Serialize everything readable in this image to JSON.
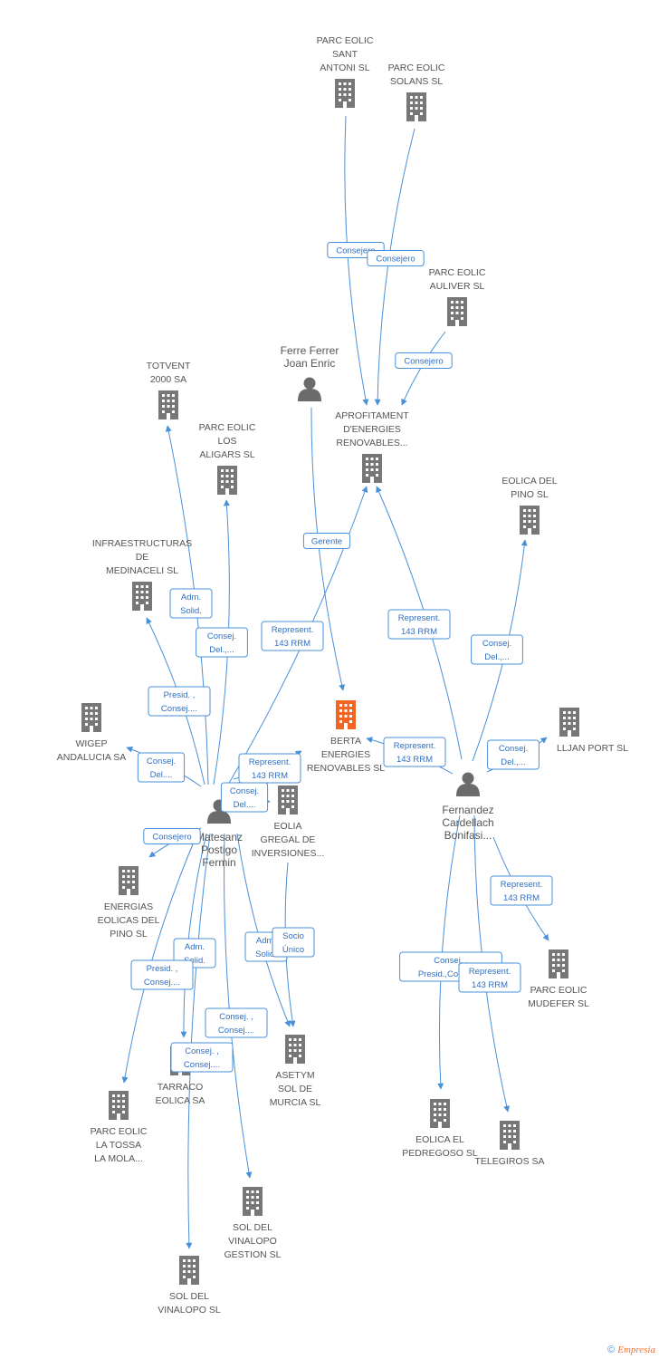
{
  "colors": {
    "edge": "#4a90d9",
    "label_border": "#4a90d9",
    "label_text": "#2f6fc4",
    "node_text": "#555555",
    "building": "#777777",
    "building_focus": "#f26522",
    "person": "#6b6b6b"
  },
  "nodes": [
    {
      "id": "sant_antoni",
      "type": "company",
      "lines": [
        "PARC EOLIC",
        "SANT",
        "ANTONI SL"
      ]
    },
    {
      "id": "solans",
      "type": "company",
      "lines": [
        "PARC EOLIC",
        "SOLANS SL"
      ]
    },
    {
      "id": "auliver",
      "type": "company",
      "lines": [
        "PARC EOLIC",
        "AULIVER SL"
      ]
    },
    {
      "id": "aprofitament",
      "type": "company",
      "lines": [
        "APROFITAMENT",
        "D'ENERGIES",
        "RENOVABLES..."
      ]
    },
    {
      "id": "ferre",
      "type": "person",
      "lines": [
        "Ferre Ferrer",
        "Joan Enric"
      ]
    },
    {
      "id": "totvent",
      "type": "company",
      "lines": [
        "TOTVENT",
        "2000 SA"
      ]
    },
    {
      "id": "aligars",
      "type": "company",
      "lines": [
        "PARC EOLIC",
        "LOS",
        "ALIGARS SL"
      ]
    },
    {
      "id": "infra",
      "type": "company",
      "lines": [
        "INFRAESTRUCTURAS",
        "DE",
        "MEDINACELI SL"
      ]
    },
    {
      "id": "pino",
      "type": "company",
      "lines": [
        "EOLICA DEL",
        "PINO SL"
      ]
    },
    {
      "id": "berta",
      "type": "focus",
      "lines": [
        "BERTA",
        "ENERGIES",
        "RENOVABLES SL"
      ]
    },
    {
      "id": "wigep",
      "type": "company",
      "lines": [
        "WIGEP",
        "ANDALUCIA SA"
      ]
    },
    {
      "id": "port",
      "type": "company",
      "lines": [
        "LLJAN PORT SL"
      ]
    },
    {
      "id": "mainperson",
      "type": "person",
      "lines": [
        "Matesanz",
        "Postigo",
        "Fermin"
      ]
    },
    {
      "id": "fernandez",
      "type": "person",
      "lines": [
        "Fernandez",
        "Cardellach",
        "Bonifasi..."
      ]
    },
    {
      "id": "eolia",
      "type": "company",
      "lines": [
        "EOLIA",
        "GREGAL DE",
        "INVERSIONES..."
      ]
    },
    {
      "id": "energias_pino",
      "type": "company",
      "lines": [
        "ENERGIAS",
        "EOLICAS DEL",
        "PINO SL"
      ]
    },
    {
      "id": "mudefer",
      "type": "company",
      "lines": [
        "PARC EOLIC",
        "MUDEFER  SL"
      ]
    },
    {
      "id": "asetym",
      "type": "company",
      "lines": [
        "ASETYM",
        "SOL DE",
        "MURCIA SL"
      ]
    },
    {
      "id": "tarraco",
      "type": "company",
      "lines": [
        "TARRACO",
        "EOLICA SA"
      ]
    },
    {
      "id": "tossa",
      "type": "company",
      "lines": [
        "PARC EOLIC",
        "LA TOSSA",
        "LA MOLA..."
      ]
    },
    {
      "id": "pedregoso",
      "type": "company",
      "lines": [
        "EOLICA EL",
        "PEDREGOSO SL"
      ]
    },
    {
      "id": "telegiros",
      "type": "company",
      "lines": [
        "TELEGIROS SA"
      ]
    },
    {
      "id": "vinalopo_gestion",
      "type": "company",
      "lines": [
        "SOL DEL",
        "VINALOPO",
        "GESTION SL"
      ]
    },
    {
      "id": "vinalopo",
      "type": "company",
      "lines": [
        "SOL DEL",
        "VINALOPO SL"
      ]
    }
  ],
  "edges": [
    {
      "from": "sant_antoni",
      "to": "aprofitament",
      "label": [
        "Consejero"
      ]
    },
    {
      "from": "solans",
      "to": "aprofitament",
      "label": [
        "Consejero"
      ]
    },
    {
      "from": "auliver",
      "to": "aprofitament",
      "label": [
        "Consejero"
      ]
    },
    {
      "from": "ferre",
      "to": "berta",
      "label": [
        "Gerente"
      ]
    },
    {
      "from": "mainperson",
      "to": "aprofitament",
      "label": [
        "Represent.",
        "143 RRM"
      ]
    },
    {
      "from": "fernandez",
      "to": "aprofitament",
      "label": [
        "Represent.",
        "143 RRM"
      ]
    },
    {
      "from": "mainperson",
      "to": "totvent",
      "label": [
        "Adm.",
        "Solid."
      ]
    },
    {
      "from": "mainperson",
      "to": "aligars",
      "label": [
        "Consej.",
        "Del.,..."
      ]
    },
    {
      "from": "mainperson",
      "to": "infra",
      "label": [
        "Presid. ,",
        "Consej...."
      ]
    },
    {
      "from": "mainperson",
      "to": "wigep",
      "label": [
        "Consej.",
        "Del...."
      ]
    },
    {
      "from": "mainperson",
      "to": "berta",
      "label": [
        "Represent.",
        "143 RRM"
      ]
    },
    {
      "from": "mainperson",
      "to": "eolia",
      "label": [
        "Consej.",
        "Del...."
      ]
    },
    {
      "from": "mainperson",
      "to": "energias_pino",
      "label": [
        "Consejero"
      ]
    },
    {
      "from": "mainperson",
      "to": "tarraco",
      "label": [
        "Adm.",
        "Solid."
      ]
    },
    {
      "from": "mainperson",
      "to": "tossa",
      "label": [
        "Presid. ,",
        "Consej...."
      ]
    },
    {
      "from": "mainperson",
      "to": "vinalopo",
      "label": [
        "Consej. ,",
        "Consej...."
      ]
    },
    {
      "from": "mainperson",
      "to": "vinalopo_gestion",
      "label": [
        "Consej. ,",
        "Consej...."
      ]
    },
    {
      "from": "mainperson",
      "to": "asetym",
      "label": [
        "Adm.",
        "Solid."
      ]
    },
    {
      "from": "eolia",
      "to": "asetym",
      "label": [
        "Socio",
        "Único"
      ]
    },
    {
      "from": "fernandez",
      "to": "pino",
      "label": [
        "Consej.",
        "Del.,..."
      ]
    },
    {
      "from": "fernandez",
      "to": "port",
      "label": [
        "Consej.",
        "Del.,..."
      ]
    },
    {
      "from": "fernandez",
      "to": "berta",
      "label": [
        "Represent.",
        "143 RRM"
      ]
    },
    {
      "from": "fernandez",
      "to": "mudefer",
      "label": [
        "Represent.",
        "143 RRM"
      ]
    },
    {
      "from": "fernandez",
      "to": "pedregoso",
      "label": [
        "Consej. ,",
        "Presid.,Consej...."
      ]
    },
    {
      "from": "fernandez",
      "to": "telegiros",
      "label": [
        "Represent.",
        "143 RRM"
      ]
    }
  ],
  "footer": {
    "symbol": "©",
    "brand": "Empresia"
  }
}
